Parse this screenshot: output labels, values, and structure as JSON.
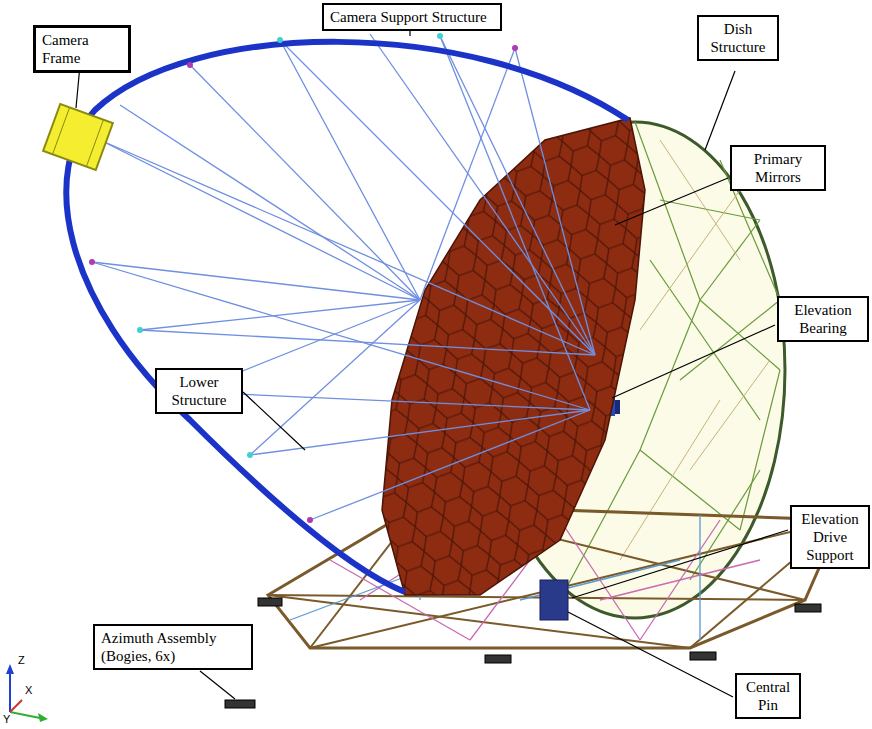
{
  "diagram": {
    "nodes": [
      {
        "text": [
          "Camera Support Structure"
        ]
      },
      {
        "text": [
          "Camera Frame"
        ]
      },
      {
        "text": [
          "Dish Structure"
        ]
      },
      {
        "text": [
          "Primary Mirrors"
        ]
      },
      {
        "text": [
          "Elevation Bearing"
        ]
      },
      {
        "text": [
          "Lower Structure"
        ]
      },
      {
        "text": [
          "Elevation Drive Support"
        ]
      },
      {
        "text": [
          "Azimuth Assembly (Bogies, 6x)"
        ]
      },
      {
        "text": [
          "Central Pin"
        ]
      }
    ],
    "edges": [],
    "labels": [
      "Z",
      "X",
      "Y"
    ]
  }
}
